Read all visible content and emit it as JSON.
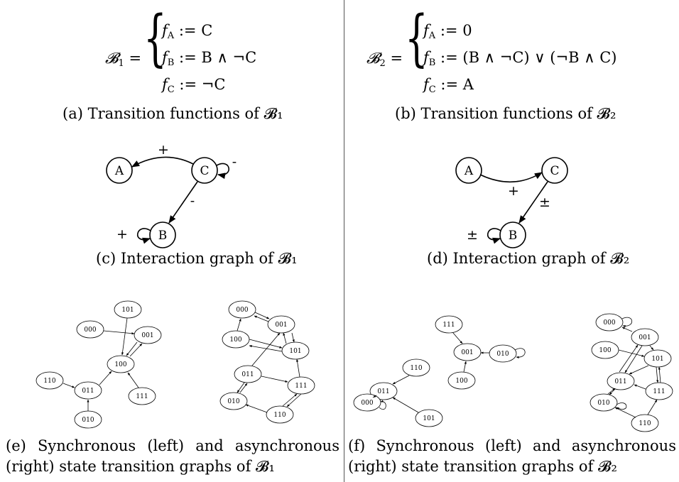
{
  "panel_a": {
    "lhs": "𝓑",
    "lhs_sub": "1",
    "eq": "=",
    "lines": [
      {
        "f": "f",
        "sub": "A",
        "expr": ":= C"
      },
      {
        "f": "f",
        "sub": "B",
        "expr": ":= B ∧ ¬C"
      },
      {
        "f": "f",
        "sub": "C",
        "expr": ":= ¬C"
      }
    ],
    "caption": "(a) Transition functions of 𝓑₁"
  },
  "panel_b": {
    "lhs": "𝓑",
    "lhs_sub": "2",
    "eq": "=",
    "lines": [
      {
        "f": "f",
        "sub": "A",
        "expr": ":= 0"
      },
      {
        "f": "f",
        "sub": "B",
        "expr": ":= (B ∧ ¬C) ∨ (¬B ∧ C)"
      },
      {
        "f": "f",
        "sub": "C",
        "expr": ":= A"
      }
    ],
    "caption": "(b) Transition functions of 𝓑₂"
  },
  "panel_c": {
    "nodes": [
      "A",
      "C",
      "B"
    ],
    "edge_labels": {
      "c_to_a": "+",
      "c_self": "-",
      "c_to_b": "-",
      "b_self": "+"
    },
    "caption": "(c) Interaction graph of 𝓑₁"
  },
  "panel_d": {
    "nodes": [
      "A",
      "C",
      "B"
    ],
    "edge_labels": {
      "a_to_c": "+",
      "c_to_b": "±",
      "b_self": "±"
    },
    "caption": "(d) Interaction graph of 𝓑₂"
  },
  "panel_e": {
    "sync_nodes": [
      "101",
      "000",
      "001",
      "100",
      "110",
      "011",
      "111",
      "010"
    ],
    "async_nodes": [
      "000",
      "001",
      "100",
      "101",
      "011",
      "111",
      "010",
      "110"
    ],
    "caption_line1": "(e) Synchronous (left) and asynchronous",
    "caption_line2": "(right) state transition graphs of 𝓑₁"
  },
  "panel_f": {
    "sync_nodes": [
      "111",
      "001",
      "010",
      "100",
      "110",
      "011",
      "000",
      "101"
    ],
    "async_nodes": [
      "000",
      "001",
      "100",
      "101",
      "011",
      "111",
      "010",
      "110"
    ],
    "caption_line1": "(f) Synchronous (left) and asynchronous",
    "caption_line2": "(right) state transition graphs of 𝓑₂"
  }
}
